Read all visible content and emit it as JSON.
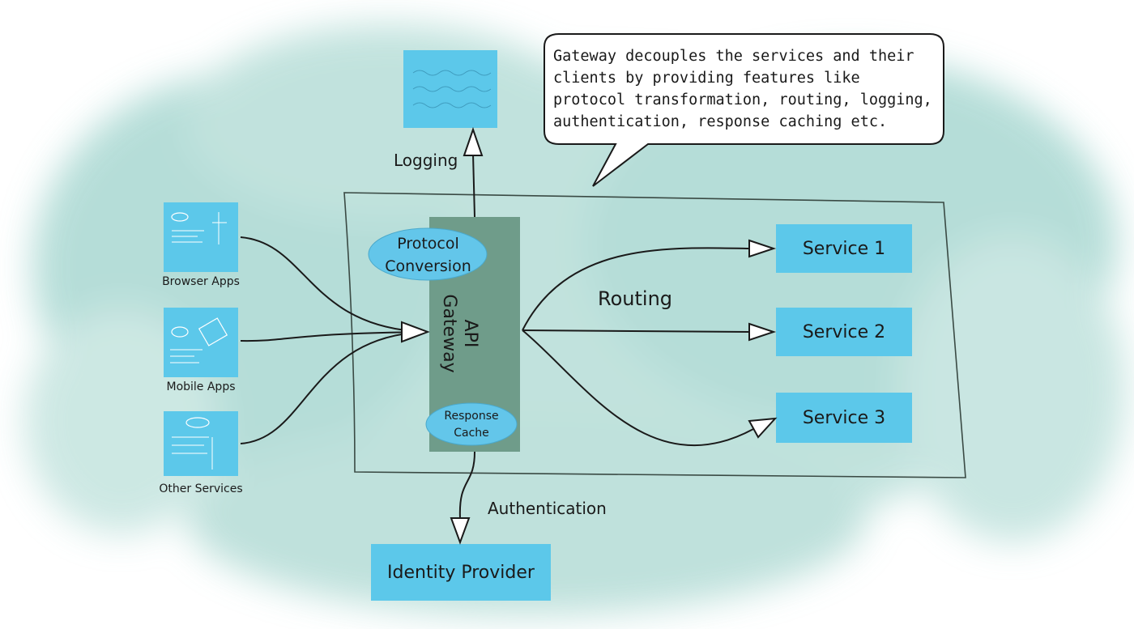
{
  "callout": {
    "text": "Gateway decouples the services and their clients by providing features like protocol transformation, routing, logging, authentication, response caching etc."
  },
  "gateway": {
    "title": "API\nGateway",
    "protocol_conversion": "Protocol\nConversion",
    "response_cache": "Response\nCache"
  },
  "clients": [
    {
      "label": "Browser Apps"
    },
    {
      "label": "Mobile Apps"
    },
    {
      "label": "Other Services"
    }
  ],
  "services": [
    {
      "label": "Service 1"
    },
    {
      "label": "Service 2"
    },
    {
      "label": "Service 3"
    }
  ],
  "edges": {
    "logging": "Logging",
    "routing": "Routing",
    "authentication": "Authentication"
  },
  "identity_provider": {
    "label": "Identity Provider"
  },
  "colors": {
    "wash": "#a9d8d2",
    "box_blue": "#5cc8ea",
    "gateway_green": "#6f9c8a",
    "ellipse_blue": "#63c6ea",
    "ink": "#1a1a1a"
  }
}
